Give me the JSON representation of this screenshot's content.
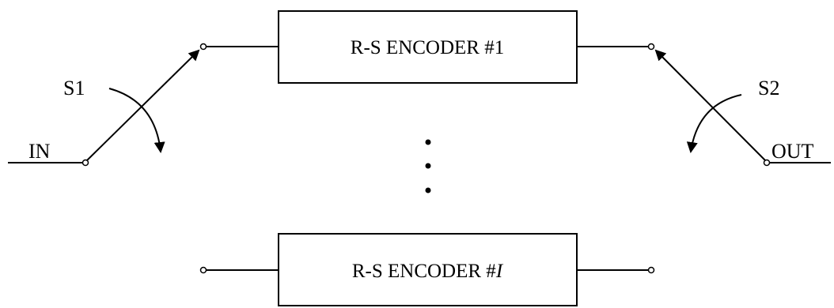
{
  "diagram": {
    "encoder_top": {
      "prefix": "R-S ENCODER #",
      "index": "1"
    },
    "encoder_bottom": {
      "prefix": "R-S ENCODER #",
      "index": "I"
    },
    "switch_in_label": "S1",
    "switch_out_label": "S2",
    "input_label": "IN",
    "output_label": "OUT",
    "ellipsis": "• • •"
  }
}
